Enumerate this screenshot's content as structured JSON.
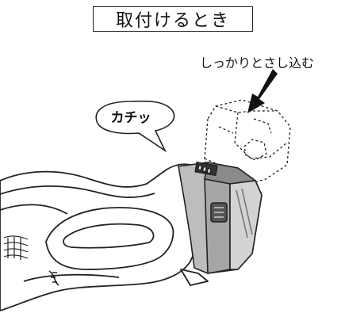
{
  "title": "取付けるとき",
  "instruction": "しっかりとさし込む",
  "click_sound": "カチッ",
  "colors": {
    "outline": "#222222",
    "battery_fill": "#bdbdbd",
    "battery_dark": "#555555",
    "background": "#ffffff"
  },
  "icons": {
    "arrow": "push-down-arrow-icon",
    "battery": "battery-pack-icon",
    "tool": "hedge-trimmer-body"
  }
}
